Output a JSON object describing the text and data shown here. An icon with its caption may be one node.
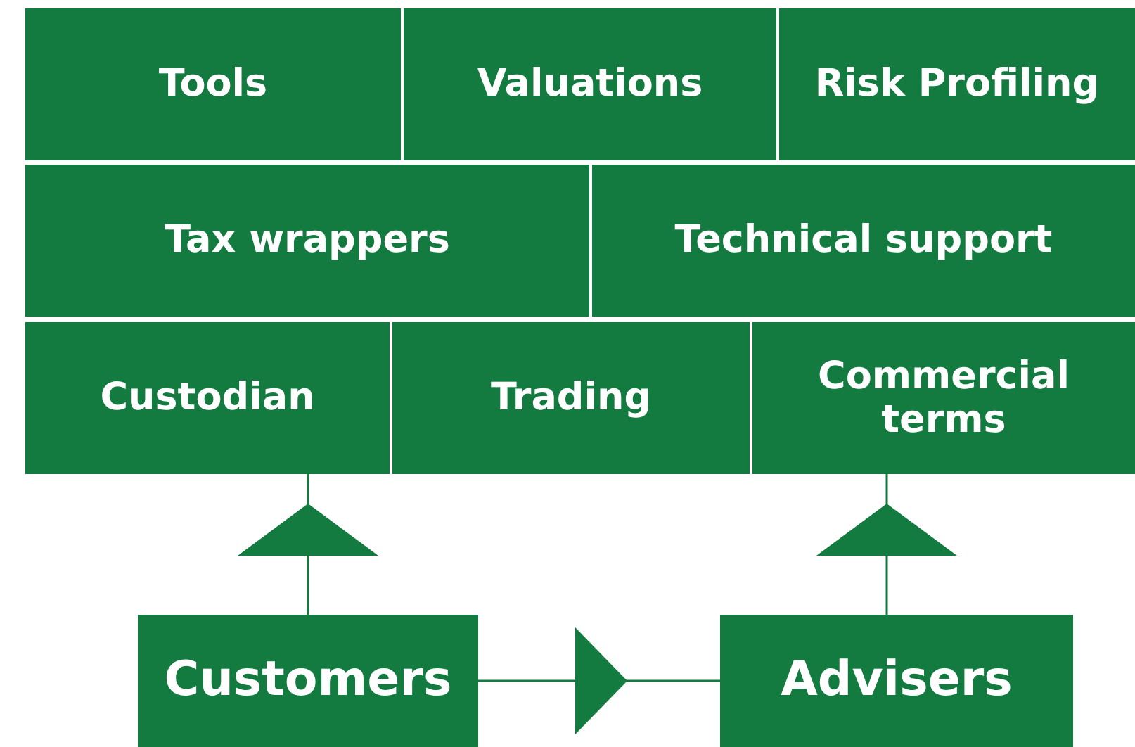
{
  "diagram": {
    "nodes": [
      {
        "text": [
          "Tools"
        ]
      },
      {
        "text": [
          "Valuations"
        ]
      },
      {
        "text": [
          "Risk Profiling"
        ]
      },
      {
        "text": [
          "Tax wrappers"
        ]
      },
      {
        "text": [
          "Technical support"
        ]
      },
      {
        "text": [
          "Custodian"
        ]
      },
      {
        "text": [
          "Trading"
        ]
      },
      {
        "text": [
          "Commercial terms"
        ]
      },
      {
        "text": [
          "Customers"
        ]
      },
      {
        "text": [
          "Advisers"
        ]
      }
    ],
    "edges": [
      {
        "from": 8,
        "to": 5,
        "arrow": "to"
      },
      {
        "from": 9,
        "to": 7,
        "arrow": "to"
      },
      {
        "from": 8,
        "to": 9,
        "arrow": "to"
      }
    ]
  }
}
